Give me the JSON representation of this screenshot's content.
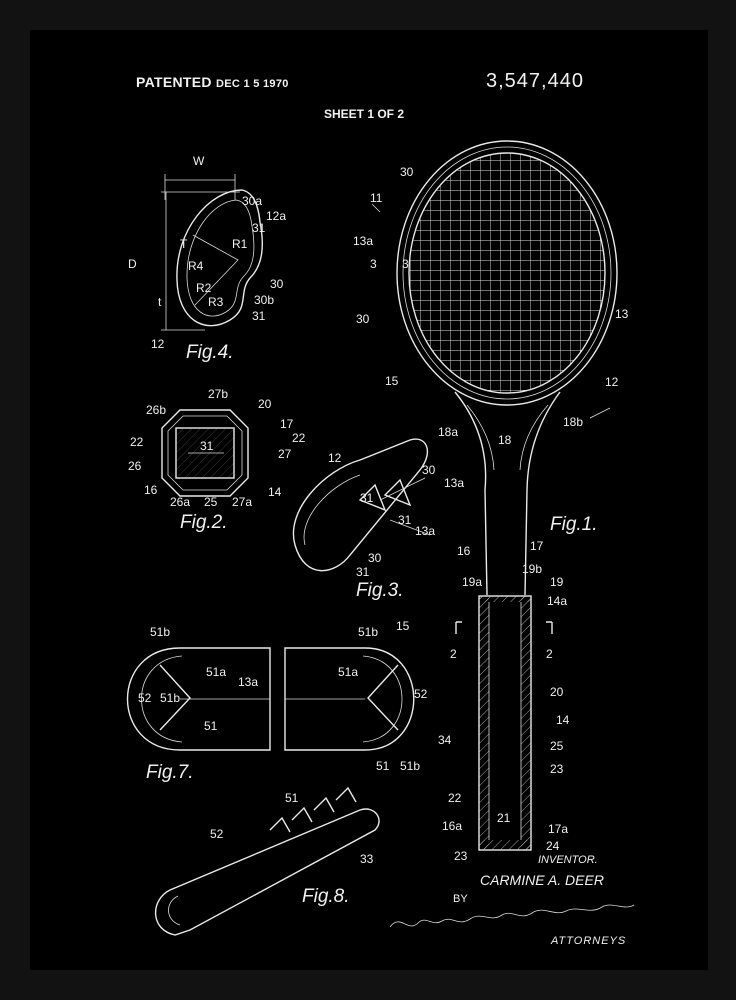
{
  "header": {
    "patented_label": "PATENTED",
    "patented_date": "DEC 1 5 1970",
    "patent_number": "3,547,440",
    "sheet": "SHEET 1 OF 2"
  },
  "figures": {
    "fig1": "Fig.1.",
    "fig2": "Fig.2.",
    "fig3": "Fig.3.",
    "fig4": "Fig.4.",
    "fig7": "Fig.7.",
    "fig8": "Fig.8."
  },
  "reference_labels": {
    "fig1": [
      "11",
      "30",
      "13a",
      "3",
      "3",
      "30",
      "13",
      "15",
      "12",
      "18a",
      "18",
      "18b",
      "16",
      "17",
      "19a",
      "19b",
      "19",
      "14a",
      "2",
      "2",
      "20",
      "14",
      "25",
      "23",
      "22",
      "21",
      "16a",
      "17a",
      "24",
      "23"
    ],
    "fig4": [
      "W",
      "30a",
      "12a",
      "31",
      "T",
      "R1",
      "R4",
      "D",
      "R2",
      "R3",
      "30",
      "30b",
      "t",
      "31",
      "12"
    ],
    "fig2": [
      "27b",
      "26b",
      "20",
      "17",
      "22",
      "22",
      "31",
      "26",
      "27",
      "16",
      "26a",
      "25",
      "27a",
      "14"
    ],
    "fig3": [
      "12",
      "30",
      "13a",
      "31",
      "31",
      "13a",
      "30",
      "31"
    ],
    "fig7": [
      "51b",
      "51b",
      "15",
      "51a",
      "13a",
      "51a",
      "52",
      "51b",
      "51",
      "52",
      "34",
      "51",
      "51b"
    ],
    "fig8": [
      "51",
      "52",
      "33"
    ]
  },
  "signature": {
    "inventor_label": "INVENTOR.",
    "inventor_name": "CARMINE A. DEER",
    "by": "BY",
    "attorneys_label": "ATTORNEYS"
  },
  "colors": {
    "frame": "#121212",
    "background": "#000000",
    "ink": "#eaeaea"
  }
}
